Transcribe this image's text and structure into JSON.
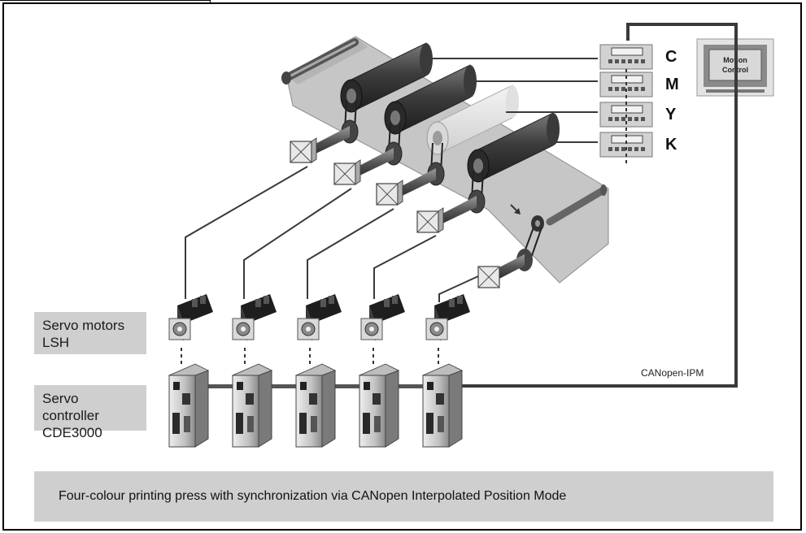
{
  "labels": {
    "servo_motors": [
      "Servo motors",
      "LSH"
    ],
    "servo_controller": [
      "Servo controller",
      "CDE3000"
    ],
    "bus": "CANopen-IPM",
    "motion_control": [
      "Motion",
      "Control"
    ],
    "channels": [
      "C",
      "M",
      "Y",
      "K"
    ],
    "caption": "Four-colour printing press with synchronization via CANopen Interpolated Position Mode"
  },
  "colors": {
    "label_bg": "#cfcfcf",
    "line": "#3a3a3a",
    "roller_dark": "#4a4a4a",
    "roller_light": "#e6e6e6",
    "paper": "#c8c8c8"
  },
  "counts": {
    "motors": 5,
    "controllers": 5,
    "color_units": 4
  }
}
